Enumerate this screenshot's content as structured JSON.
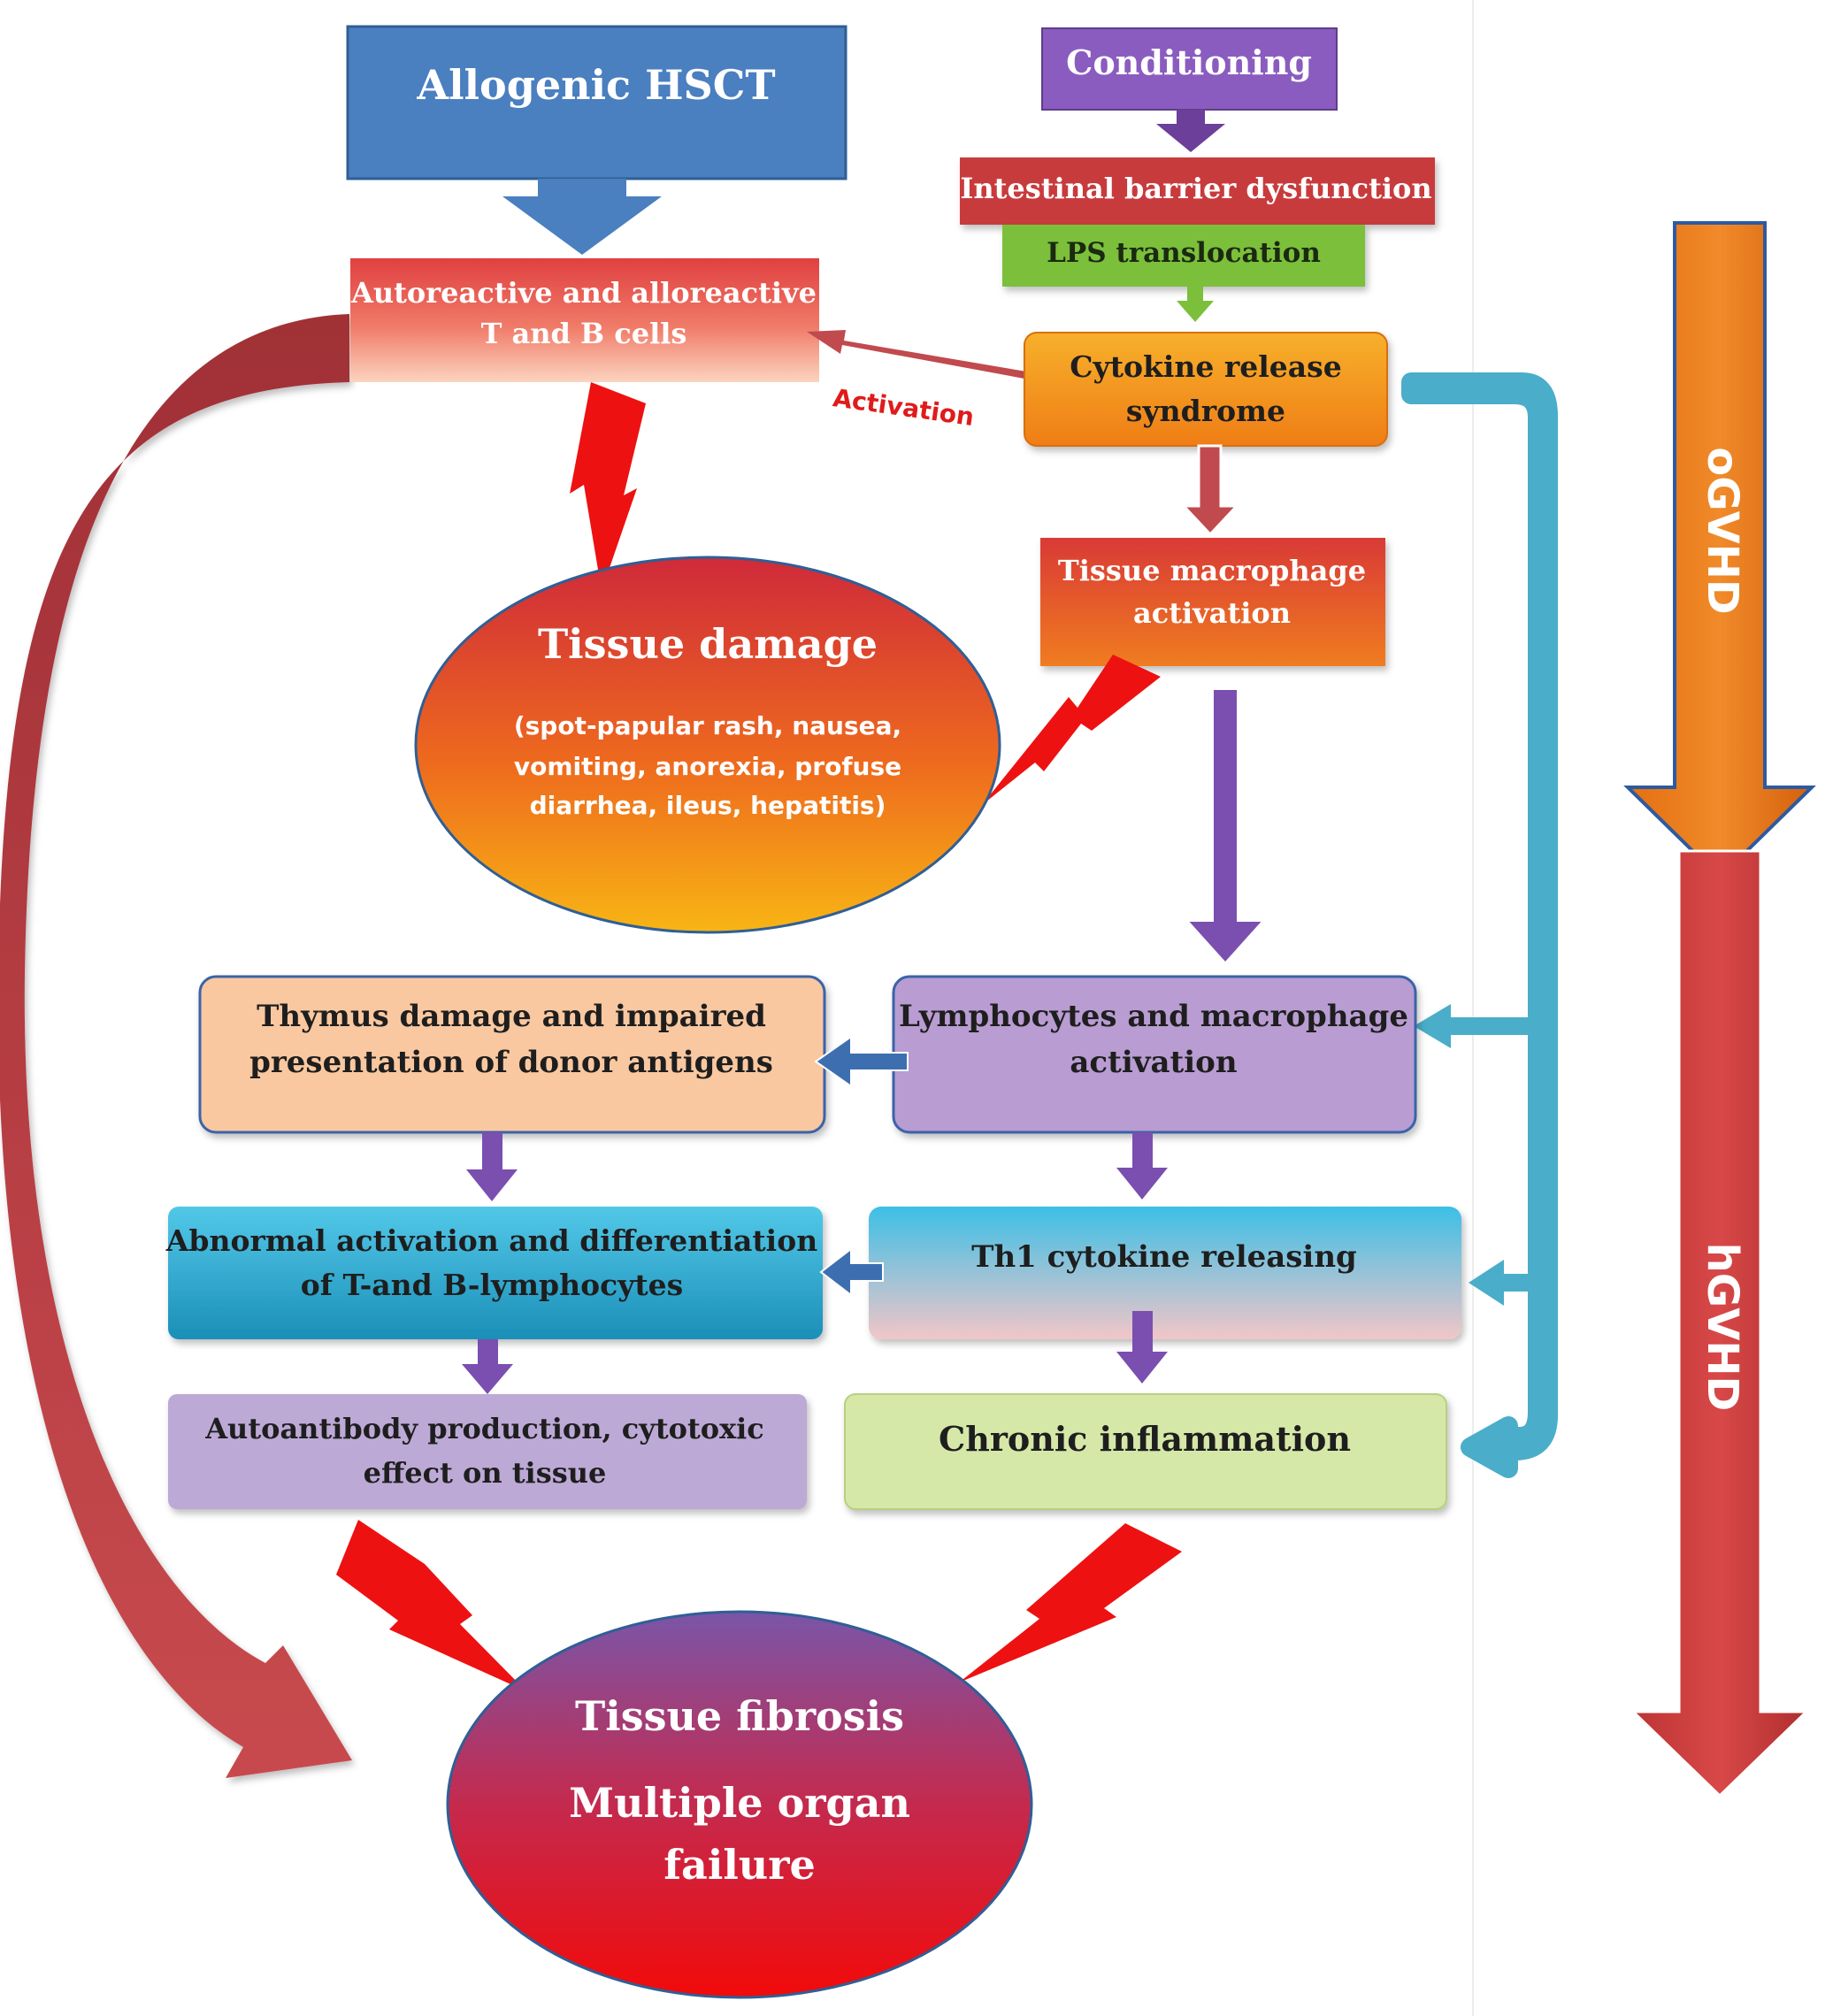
{
  "nodes": {
    "allogenic_hsct": "Allogenic HSCT",
    "conditioning": "Conditioning",
    "intestinal_barrier": "Intestinal barrier dysfunction",
    "lps_translocation": "LPS translocation",
    "autoreactive_line1": "Autoreactive and alloreactive",
    "autoreactive_line2": "T and B cells",
    "cytokine_release_line1": "Cytokine release",
    "cytokine_release_line2": "syndrome",
    "activation_label": "Activation",
    "macrophage_activation_line1": "Tissue macrophage",
    "macrophage_activation_line2": "activation",
    "tissue_damage_title": "Tissue damage",
    "tissue_damage_line1": "(spot-papular rash, nausea,",
    "tissue_damage_line2": "vomiting, anorexia, profuse",
    "tissue_damage_line3": "diarrhea, ileus, hepatitis)",
    "thymus_line1": "Thymus damage and impaired",
    "thymus_line2": "presentation of donor antigens",
    "lymphocytes_line1": "Lymphocytes and macrophage",
    "lymphocytes_line2": "activation",
    "abnormal_line1": "Abnormal activation and differentiation",
    "abnormal_line2": "of T-and B-lymphocytes",
    "th1_cytokine": "Th1 cytokine  releasing",
    "autoantibody_line1": "Autoantibody production, cytotoxic",
    "autoantibody_line2": "effect on tissue",
    "chronic_inflammation": "Chronic inflammation",
    "fibrosis_line1": "Tissue fibrosis",
    "fibrosis_line2": "Multiple organ",
    "fibrosis_line3": "failure"
  },
  "phases": {
    "ogvhd": "oGVHD",
    "hgvhd": "hGVHD"
  },
  "colors": {
    "blue_box": "#4a7fc0",
    "purple_box": "#8a5cbf",
    "dark_red_box": "#c83a3e",
    "green_box": "#7cbf3a",
    "orange_box": "#f39a22",
    "teal_connector": "#4aadc9",
    "lightning": "#ee1111",
    "ogvhd_arrow": "#e46f10",
    "hgvhd_arrow": "#cc3a3a"
  }
}
